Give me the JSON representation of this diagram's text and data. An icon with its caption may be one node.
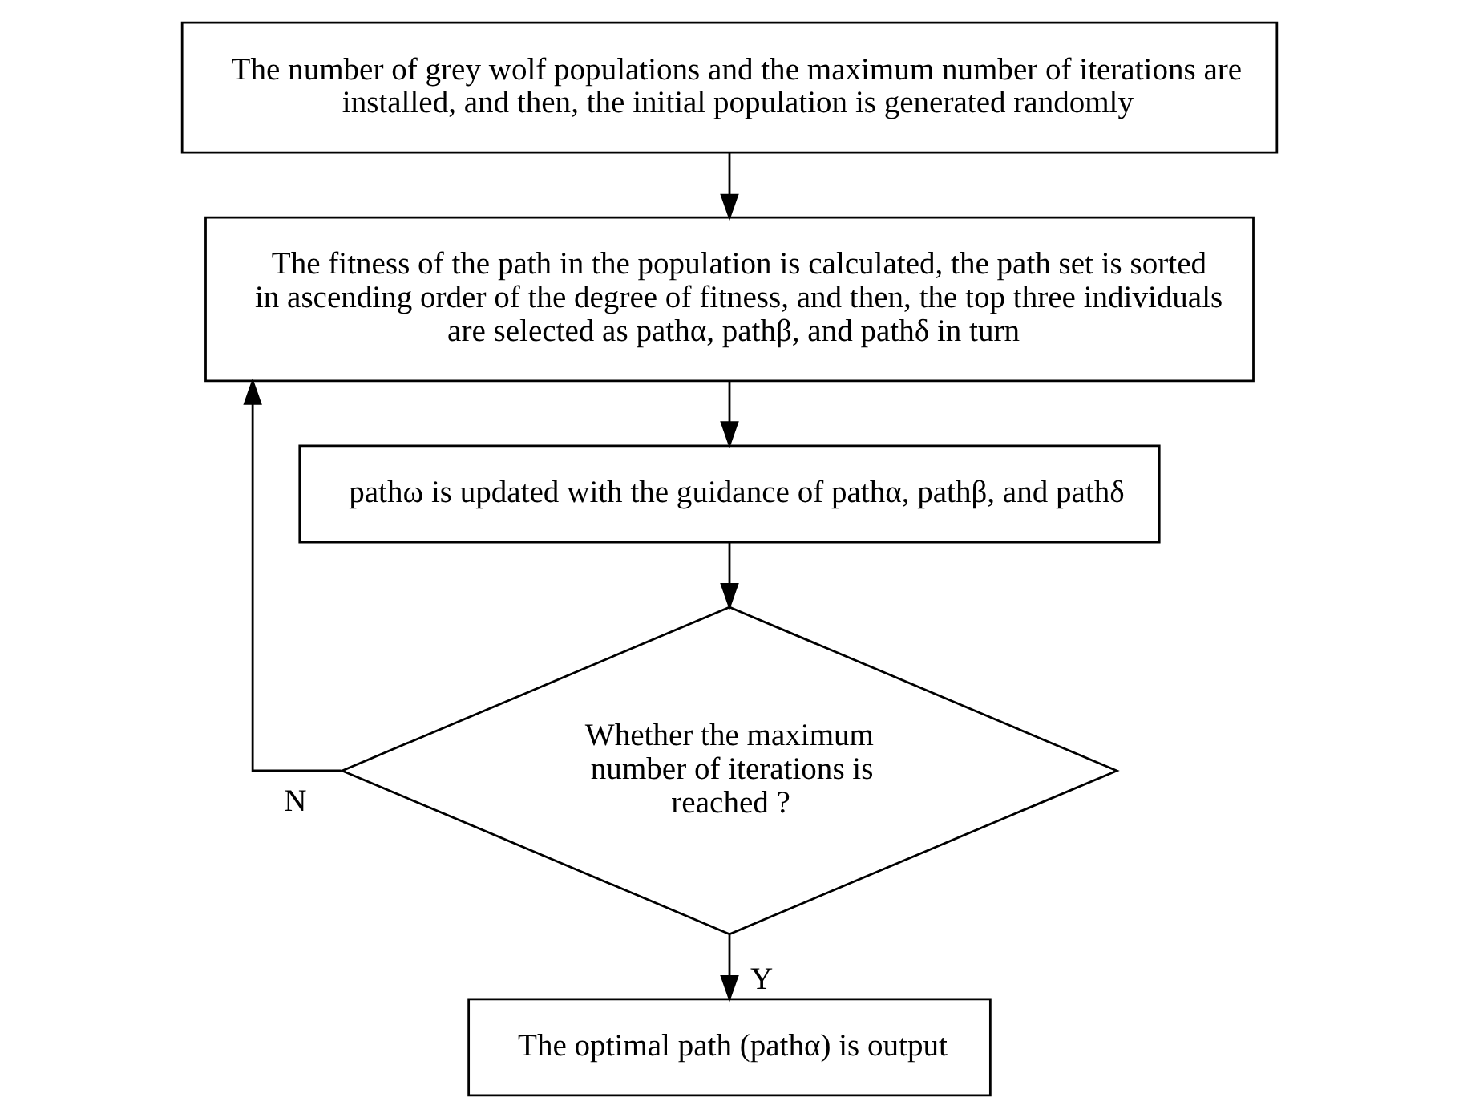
{
  "diagram": {
    "nodes": [
      {
        "text": [
          "The number of grey wolf populations and the maximum number of iterations are installed, and then, the initial population is generated randomly"
        ]
      },
      {
        "text": [
          "The fitness of the path in the population is calculated, the path set is sorted in ascending order of the degree of fitness, and then, the top three individuals are selected as pathα, pathβ, and pathδ in turn"
        ]
      },
      {
        "text": [
          "pathω is updated with the guidance of pathα, pathβ, and pathδ"
        ]
      },
      {
        "text": [
          "Whether the maximum number of iterations is reached ?"
        ]
      },
      {
        "text": [
          "The optimal path (pathα) is output"
        ]
      }
    ],
    "edges": [
      {
        "from": 0,
        "to": 1,
        "arrow": "to"
      },
      {
        "from": 1,
        "to": 2,
        "arrow": "to"
      },
      {
        "from": 2,
        "to": 3,
        "arrow": "to"
      },
      {
        "from": 3,
        "to": 1,
        "arrow": "to",
        "label": "N"
      },
      {
        "from": 3,
        "to": 4,
        "arrow": "to",
        "label": "Y"
      }
    ]
  }
}
